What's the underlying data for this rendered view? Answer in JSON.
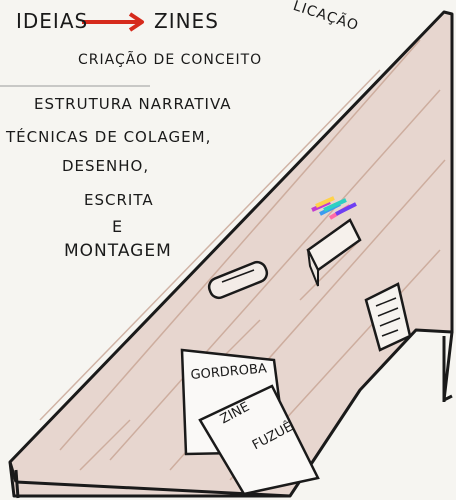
{
  "title": {
    "left": "IDEIAS",
    "right": "ZINES"
  },
  "corner_text": "LICAÇÃO",
  "lines": [
    "CRIAÇÃO DE CONCEITO",
    "ESTRUTURA NARRATIVA",
    "TÉCNICAS DE COLAGEM,",
    "DESENHO,",
    "ESCRITA",
    "E",
    "MONTAGEM"
  ],
  "zines": {
    "gorodoba": "GORDROBA",
    "zine": "ZINE",
    "fuzue": "FUZUÊ"
  },
  "colors": {
    "background": "#f6f5f1",
    "table_wood": "#e7d6cf",
    "wood_grain": "#c7a393",
    "arrow": "#d62a1c",
    "ink": "#1a1a1a"
  }
}
